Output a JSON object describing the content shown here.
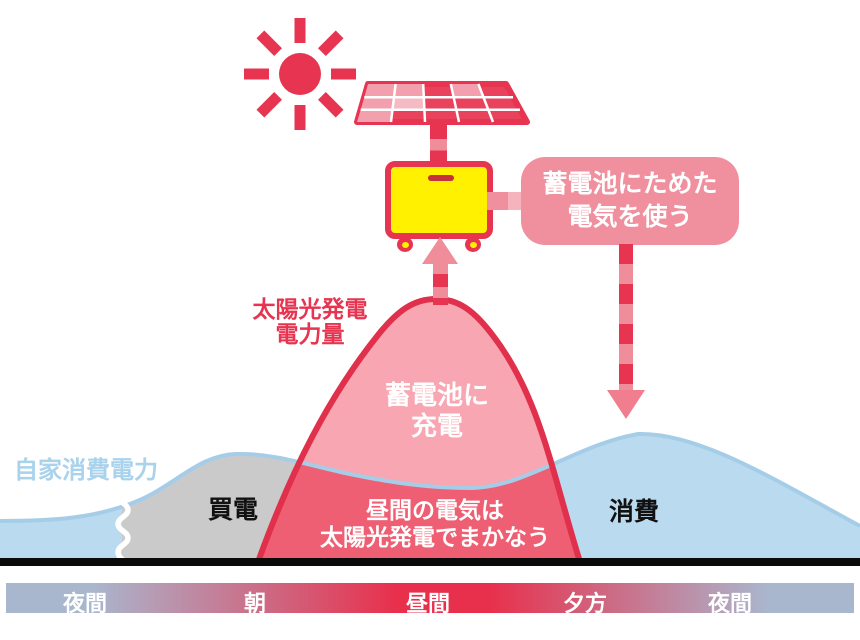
{
  "page": {
    "background": "#FFFFFF",
    "description": "太陽光発電と蓄電池の電力の流れ図"
  },
  "labels": {
    "self_consumption": "自家消費電力",
    "solar_generation_line1": "太陽光発電",
    "solar_generation_line2": "電力量",
    "buy_power": "買電",
    "consume": "消費",
    "charge_battery_line1": "蓄電池に",
    "charge_battery_line2": "充電",
    "daytime_line1": "昼間の電気は",
    "daytime_line2": "太陽光発電でまかなう",
    "callout_line1": "蓄電池にためた",
    "callout_line2": "電気を使う"
  },
  "timeline": {
    "periods": [
      {
        "label": "夜間",
        "underline": false
      },
      {
        "label": "朝",
        "underline": false
      },
      {
        "label": "昼間",
        "underline": true
      },
      {
        "label": "夕方",
        "underline": false
      },
      {
        "label": "夜間",
        "underline": false
      }
    ]
  },
  "icons": {
    "sun_icon": {
      "color": "#E73450"
    },
    "solar_panel_icon": {
      "frame": "#E73450",
      "cell_red": "#E8425C",
      "cell_pink": "#F3A0AE"
    },
    "battery_icon": {
      "fill": "#FFF100",
      "border": "#E73450"
    },
    "up_arrow_icon": {
      "colors": [
        "#E73450",
        "#F08D9B"
      ]
    },
    "down_arrow_icon": {
      "colors": [
        "#E73450",
        "#F08D9B"
      ],
      "head": "#F07E8E"
    },
    "break_mark_icon": {
      "color": "#FFFFFF"
    }
  },
  "colors": {
    "main_red": "#E73450",
    "pink_light": "#F7A6B2",
    "pink_dark": "#EE5F73",
    "callout_pink": "#F0909E",
    "blue_fill": "#B9DAEF",
    "blue_line": "#A5CDE8",
    "gray_fill": "#CACACB",
    "baseline_black": "#0A0A0A",
    "timebar_night": "#A9B7CE",
    "timebar_noon": "#E8304C"
  },
  "chart_data": {
    "type": "area",
    "title": "",
    "x_categories": [
      "夜間",
      "朝",
      "昼間",
      "夕方",
      "夜間"
    ],
    "series": [
      {
        "name": "自家消費電力",
        "color": "#A5CDE8",
        "values_percent_at_categories": [
          20,
          41,
          28,
          47,
          35
        ],
        "note": "二つのなだらかな山（朝と夕方）を持つ消費曲線"
      },
      {
        "name": "太陽光発電電力量",
        "color": "#E73450",
        "values_percent_at_categories": [
          0,
          2,
          100,
          5,
          0
        ],
        "note": "昼間に鋭いベル型のピーク"
      }
    ],
    "regions": [
      {
        "label": "買電",
        "fill": "#CACACB",
        "meaning": "朝の消費のうち系統から購入する電力"
      },
      {
        "label": "蓄電池に充電",
        "fill": "#F7A6B2",
        "meaning": "発電量のうち消費を上回り充電に回る分"
      },
      {
        "label": "昼間の電気は太陽光発電でまかなう",
        "fill": "#EE5F73",
        "meaning": "昼間の消費を発電でまかなう分"
      },
      {
        "label": "消費",
        "fill": "#B9DAEF",
        "meaning": "夕方〜夜の自家消費電力"
      }
    ],
    "ylim": [
      0,
      100
    ],
    "grid": false,
    "legend": "none"
  }
}
